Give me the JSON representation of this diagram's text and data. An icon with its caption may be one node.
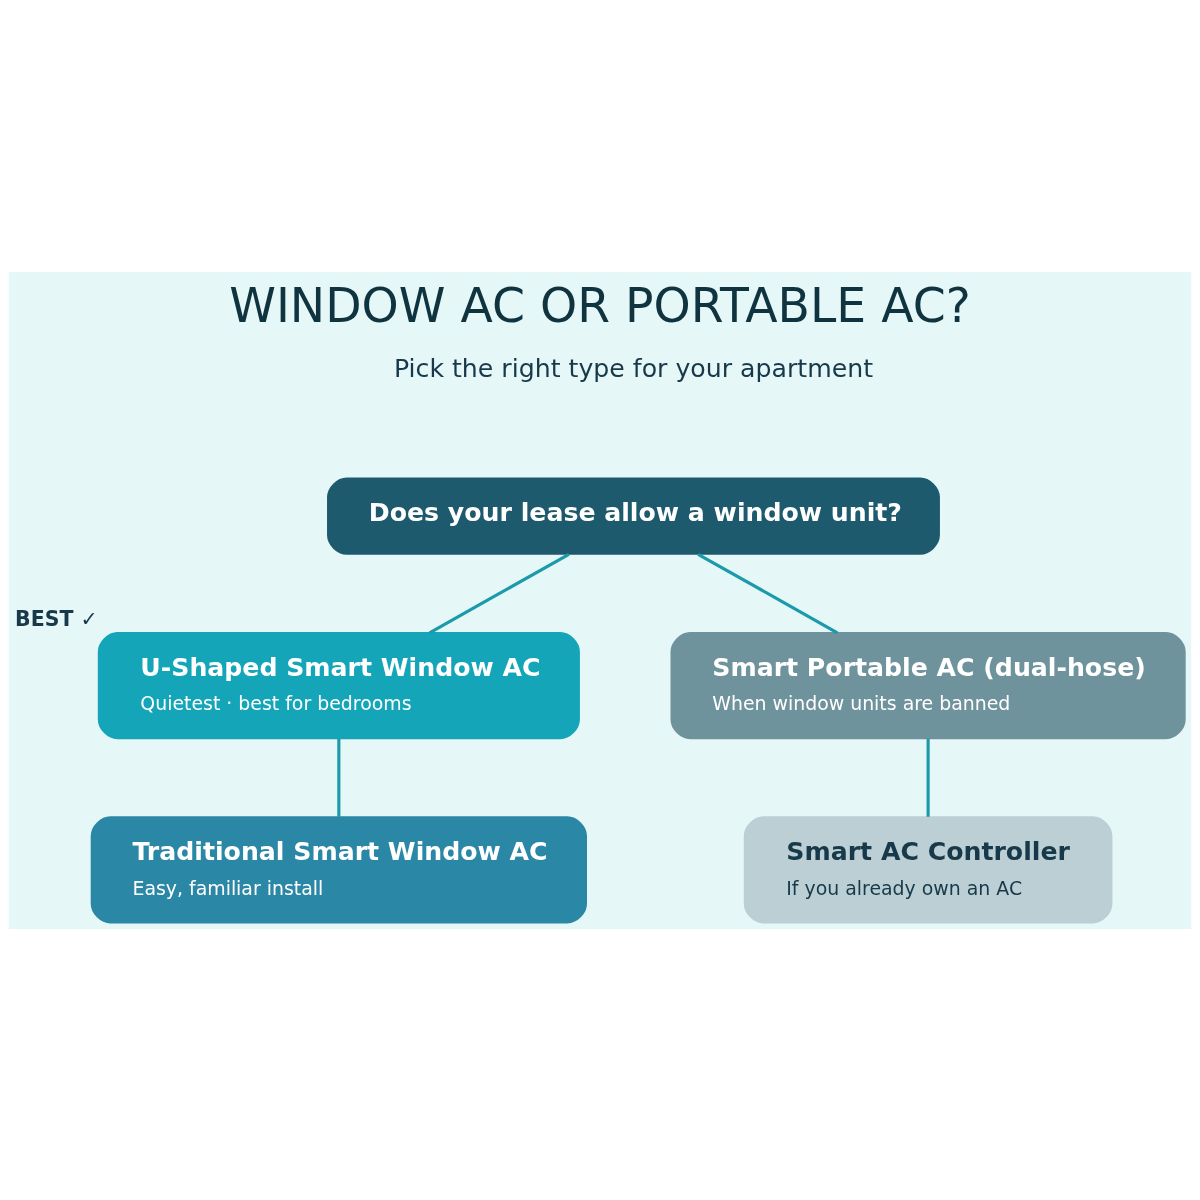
{
  "diagram": {
    "title": "WINDOW AC OR PORTABLE AC?",
    "nodes": [
      {
        "text": [
          "Does your lease allow a window unit?"
        ]
      },
      {
        "text": [
          "U-Shaped Smart Window AC",
          "Quietest · best for bedrooms"
        ],
        "beside": [
          "BEST ✓"
        ]
      },
      {
        "text": [
          "Smart Portable AC (dual-hose)",
          "When window units are banned"
        ]
      },
      {
        "text": [
          "Traditional Smart Window AC",
          "Easy, familiar install"
        ]
      },
      {
        "text": [
          "Smart AC Controller",
          "If you already own an AC"
        ]
      }
    ],
    "edges": [
      {
        "from": 0,
        "to": 1,
        "arrow": "none"
      },
      {
        "from": 0,
        "to": 2,
        "arrow": "none"
      },
      {
        "from": 1,
        "to": 3,
        "arrow": "none"
      },
      {
        "from": 2,
        "to": 4,
        "arrow": "none"
      }
    ],
    "labels": [
      "Pick the right type for your apartment"
    ]
  }
}
